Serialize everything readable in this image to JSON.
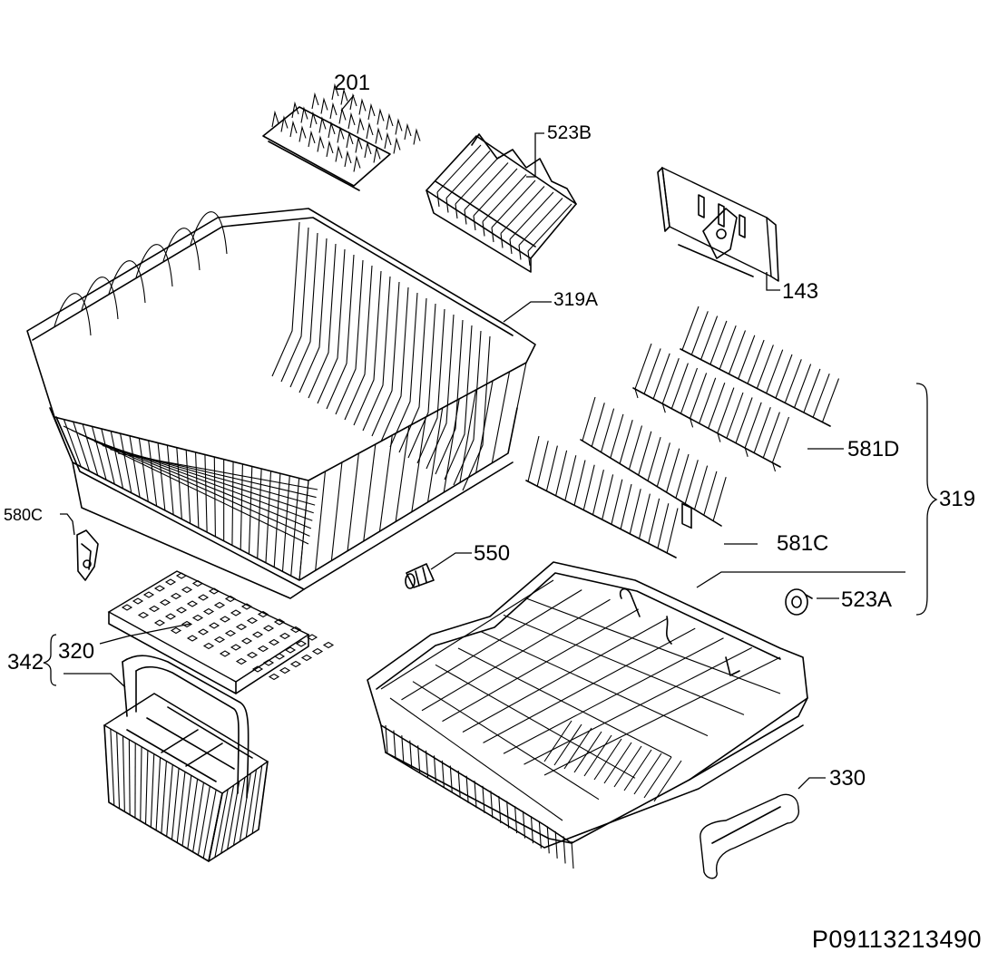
{
  "parts": {
    "p201": "201",
    "p523B": "523B",
    "p143": "143",
    "p319A": "319A",
    "p581D": "581D",
    "p319": "319",
    "p580C": "580C",
    "p550": "550",
    "p581C": "581C",
    "p523A": "523A",
    "p342": "342",
    "p320": "320",
    "p330": "330"
  },
  "document_id": "P09113213490"
}
